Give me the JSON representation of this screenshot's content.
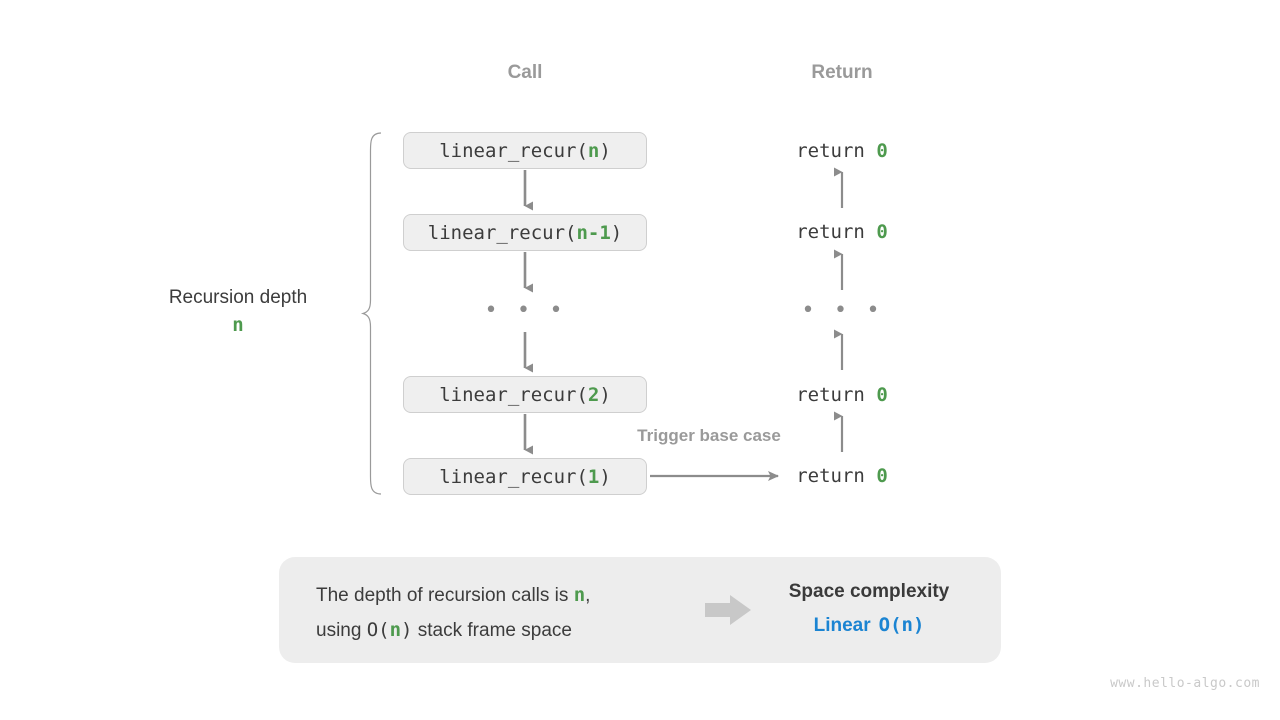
{
  "headers": {
    "call": "Call",
    "return": "Return"
  },
  "call_stack": {
    "frames": [
      {
        "fn": "linear_recur(",
        "arg": "n",
        "close": ")"
      },
      {
        "fn": "linear_recur(",
        "arg": "n-1",
        "close": ")"
      },
      {
        "fn": "linear_recur(",
        "arg": "2",
        "close": ")"
      },
      {
        "fn": "linear_recur(",
        "arg": "1",
        "close": ")"
      }
    ],
    "ellipsis": "• • •"
  },
  "return_stack": {
    "labels": [
      {
        "keyword": "return ",
        "value": "0"
      },
      {
        "keyword": "return ",
        "value": "0"
      },
      {
        "keyword": "return ",
        "value": "0"
      },
      {
        "keyword": "return ",
        "value": "0"
      }
    ],
    "ellipsis": "• • •"
  },
  "depth_annotation": {
    "title": "Recursion depth",
    "value": "n"
  },
  "trigger_note": "Trigger base case",
  "summary": {
    "line1_prefix": "The depth of recursion calls is ",
    "line1_var": "n",
    "line1_suffix": ",",
    "line2_prefix": "using ",
    "line2_mono_open": "O(",
    "line2_var": "n",
    "line2_mono_close": ")",
    "line2_suffix": " stack frame space",
    "complexity_title": "Space complexity",
    "complexity_word": "Linear",
    "complexity_notation": "O(n)"
  },
  "watermark": "www.hello-algo.com",
  "colors": {
    "green": "#4e9a4e",
    "blue": "#1b84d2",
    "gray_text": "#3c3c3c",
    "muted_gray": "#9a9a9a",
    "box_fill": "#efefef",
    "box_border": "#cfcfcf",
    "info_fill": "#ededed",
    "arrow_gray": "#8c8c8c",
    "block_arrow": "#c8c8c8",
    "watermark_gray": "#c9c9c9"
  }
}
